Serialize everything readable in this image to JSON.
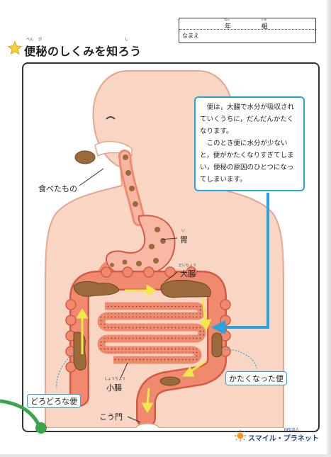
{
  "form": {
    "grade_label": "年",
    "class_label": "組",
    "name_label": "なまえ"
  },
  "title": "便秘のしくみを知ろう",
  "callout": {
    "para1": "便は，大腸で水分が吸収されていくうちに，だんだんかたくなります。",
    "para2": "このとき便に水分が少ないと，便がかたくなりすぎてしまい，便秘の原因のひとつになってしまいます。"
  },
  "labels": {
    "food": "食べたもの",
    "stomach": "胃",
    "large_intestine": "大腸",
    "small_intestine": "小腸",
    "anus": "こう門",
    "hard_stool": "かたくなった便",
    "watery_stool": "どろどろな便"
  },
  "furigana": {
    "nen": "ねん",
    "kumi": "くみ",
    "ben": "べん",
    "pi": "ぴ",
    "shi": "し",
    "i": "い",
    "daichou": "だいちょう",
    "shouchou": "しょうちょう"
  },
  "logo": {
    "npo": "NPO法人",
    "name": "スマイル・プラネット"
  },
  "colors": {
    "body": "#f9d6c4",
    "body_outline": "#e8a48e",
    "intestine": "#f08a6f",
    "intestine_outline": "#d65a43",
    "stool": "#9a6a3a",
    "arrow": "#f3e84a",
    "callout_border": "#27a3df",
    "green_accent": "#3aa54a",
    "star": "#f6d03b"
  }
}
